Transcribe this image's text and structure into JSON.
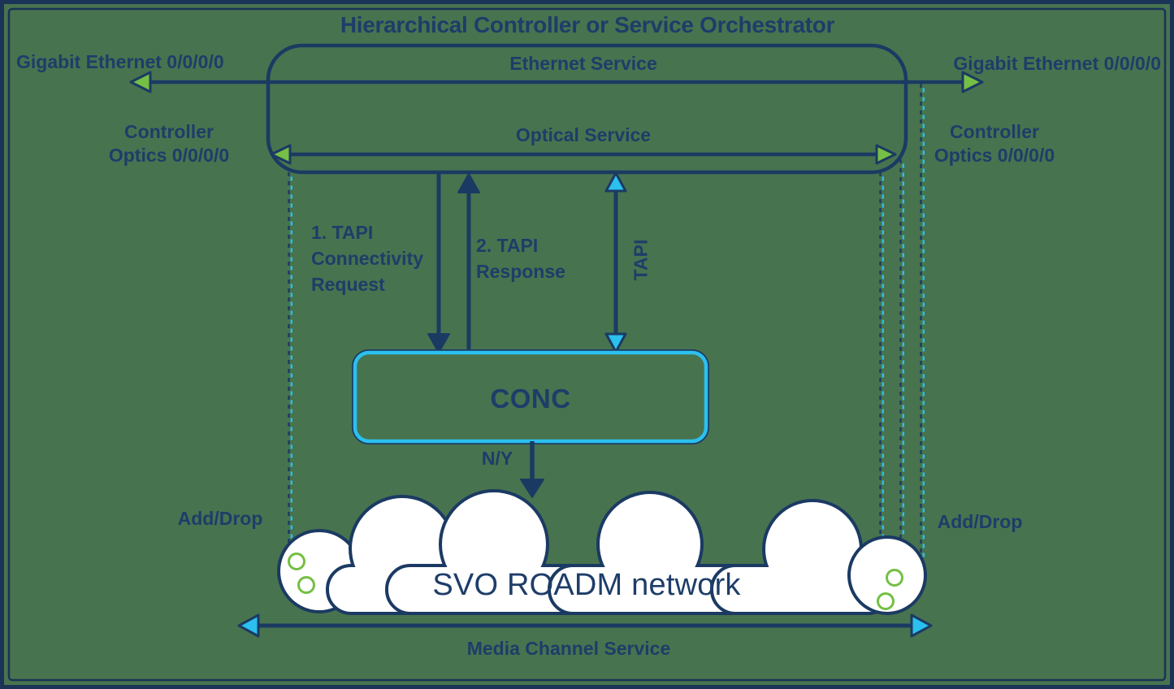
{
  "title": "Hierarchical Controller or Service Orchestrator",
  "service_box": {
    "ethernet_label": "Ethernet Service",
    "optical_label": "Optical Service"
  },
  "endpoints": {
    "gigabit_left": "Gigabit Ethernet 0/0/0/0",
    "gigabit_right": "Gigabit Ethernet 0/0/0/0",
    "controller_left_line1": "Controller",
    "controller_left_line2": "Optics 0/0/0/0",
    "controller_right_line1": "Controller",
    "controller_right_line2": "Optics 0/0/0/0",
    "adddrop_left": "Add/Drop",
    "adddrop_right": "Add/Drop"
  },
  "tapi": {
    "request_line1": "1. TAPI",
    "request_line2": "Connectivity",
    "request_line3": "Request",
    "response_line1": "2. TAPI",
    "response_line2": "Response",
    "vertical_label": "TAPI"
  },
  "conc": {
    "label": "CONC",
    "ny_label": "N/Y"
  },
  "cloud": {
    "label": "SVO ROADM network"
  },
  "media": {
    "label": "Media Channel Service"
  },
  "colors": {
    "background": "#48734f",
    "navy_line": "#1b3a63",
    "text_navy": "#1e3d69",
    "cyan_accent": "#2bc0ee",
    "lime_accent": "#74bf44",
    "cloud_fill": "#ffffff"
  }
}
